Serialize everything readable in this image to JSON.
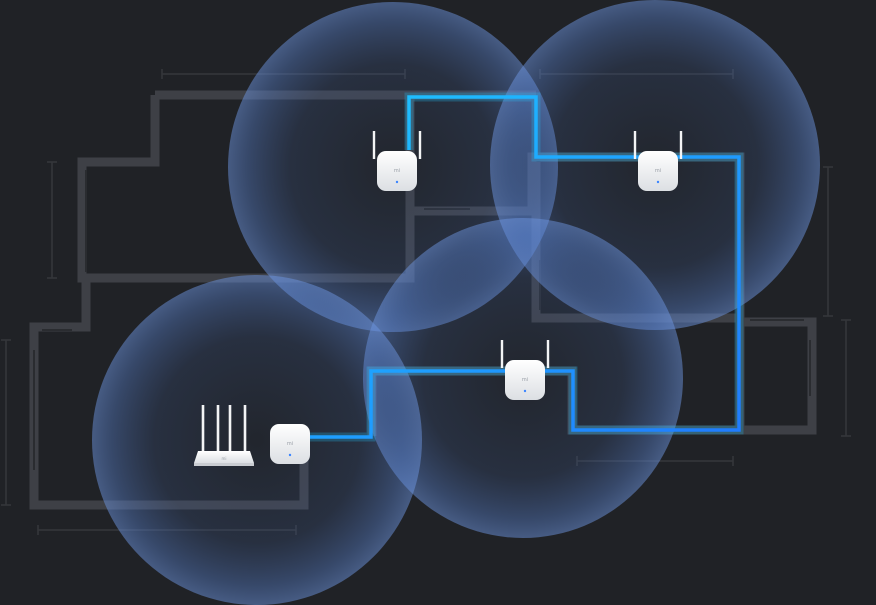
{
  "colors": {
    "background": "#202226",
    "wall": "#3e4046",
    "dimension_line": "#35373b",
    "coverage": "#5a86d6",
    "cable_cyan": "#1ec6ff",
    "cable_blue": "#1f7bff",
    "device_body": "#f4f5f6",
    "device_led": "#3d86ff"
  },
  "devices": {
    "router": {
      "type": "router",
      "antennas": 4,
      "logo": "mi"
    },
    "adapters": [
      {
        "name": "adapter-base",
        "antennas": 0,
        "logo": "mi"
      },
      {
        "name": "adapter-center",
        "antennas": 2,
        "logo": "mi"
      },
      {
        "name": "adapter-top-left",
        "antennas": 2,
        "logo": "mi"
      },
      {
        "name": "adapter-top-right",
        "antennas": 2,
        "logo": "mi"
      }
    ]
  }
}
